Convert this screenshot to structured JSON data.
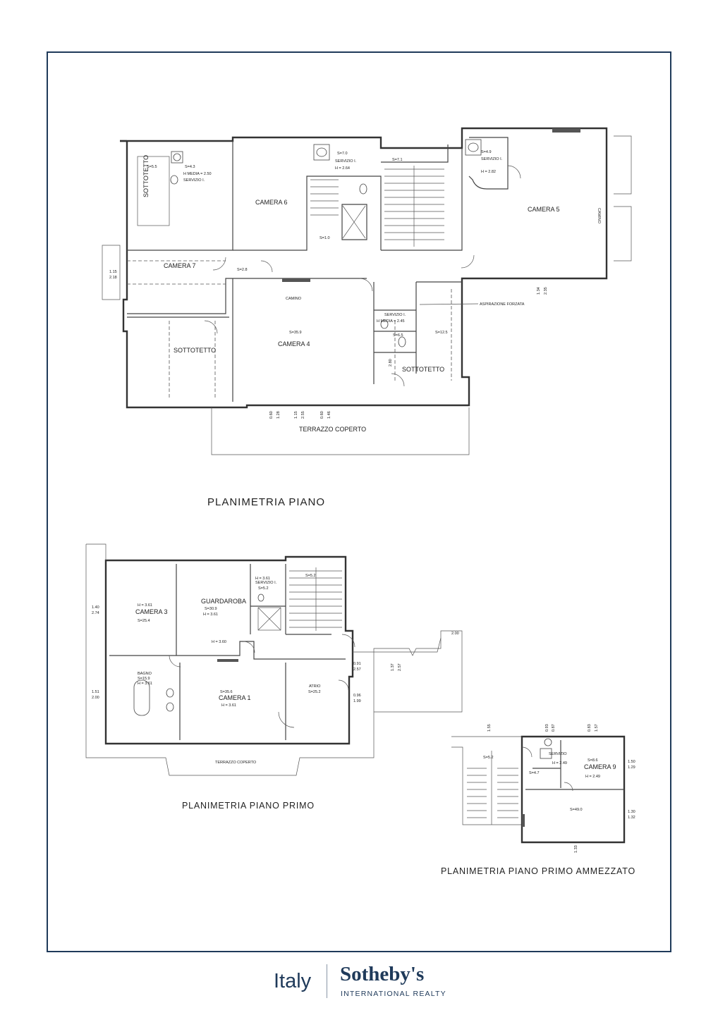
{
  "plan_piano": {
    "title": "PLANIMETRIA PIANO",
    "rooms": {
      "camera6": "CAMERA 6",
      "camera5": "CAMERA 5",
      "camera7": "CAMERA 7",
      "camera4": "CAMERA 4",
      "sottotetto_a": "SOTTOTETTO",
      "sottotetto_b": "SOTTOTETTO",
      "sottotetto_c": "SOTTOTETTO",
      "terrazzo": "TERRAZZO COPERTO",
      "camino_a": "CAMINO",
      "camino_b": "CAMINO"
    },
    "notes": {
      "s55": "S=5.5",
      "s43": "S=4.3",
      "hmedia250": "H MEDIA = 2.50",
      "servizio_a": "SERVIZIO I.",
      "s70": "S=7.0",
      "servizio_b": "SERVIZIO I.",
      "h264": "H = 2.64",
      "s71": "S=7.1",
      "s49": "S=4.9",
      "servizio_c": "SERVIZIO I.",
      "h282": "H = 2.82",
      "s28": "S=2.8",
      "s10": "S=1.0",
      "s359": "S=35.9",
      "servizio_d": "SERVIZIO I.",
      "hmedia245": "H MEDIA = 2.45",
      "s65": "S=6.5",
      "s125": "S=12.5",
      "aspirazione": "ASPIRAZIONE FORZATA"
    },
    "dims": {
      "d1": "1.15",
      "d2": "2.18",
      "d3": "1.34",
      "d4": "2.35",
      "d5": "0.60",
      "d6": "1.28",
      "d7": "1.15",
      "d8": "2.55",
      "d9": "0.60",
      "d10": "1.46",
      "d11": "2.80"
    }
  },
  "plan_primo": {
    "title": "PLANIMETRIA PIANO PRIMO",
    "rooms": {
      "camera3": "CAMERA 3",
      "guardaroba": "GUARDAROBA",
      "bagno": "BAGNO",
      "camera1": "CAMERA 1",
      "atrio": "ATRIO",
      "terrazzo": "TERRAZZO COPERTO",
      "servizio": "SERVIZIO I."
    },
    "notes": {
      "camera3_h": "H = 3.61",
      "camera3_s": "S=25.4",
      "guardaroba_s": "S=30.9",
      "guardaroba_h": "H = 3.61",
      "bagno_s": "S=15.9",
      "bagno_h": "H = 3.61",
      "camera1_s": "S=35.6",
      "camera1_h": "H = 3.61",
      "atrio_s": "S=25.2",
      "servizio_h": "H = 3.61",
      "servizio_s": "S=5.2",
      "scala_s": "S=5.2",
      "h360": "H = 3.60"
    },
    "dims": {
      "d1": "1.40",
      "d2": "2.74",
      "d3": "1.51",
      "d4": "2.00",
      "d5": "0.96",
      "d6": "1.99",
      "d7": "0.91",
      "d8": "2.57",
      "d9": "1.37",
      "d10": "2.57",
      "d11": "2.00"
    }
  },
  "plan_ammezzato": {
    "title": "PLANIMETRIA PIANO PRIMO AMMEZZATO",
    "rooms": {
      "camera9": "CAMERA 9",
      "servizio": "SERVIZIO"
    },
    "notes": {
      "s52": "S=5.2",
      "s47": "S=4.7",
      "s8": "S=8.6",
      "h249a": "H = 2.49",
      "h249b": "H = 2.49",
      "s49": "S=49.0"
    },
    "dims": {
      "d1": "1.50",
      "d2": "1.29",
      "d3": "1.30",
      "d4": "1.32",
      "d5": "0.93",
      "d6": "0.87",
      "d7": "0.83",
      "d8": "1.57",
      "d9": "1.55",
      "d10": "1.33"
    }
  },
  "brand": {
    "region": "Italy",
    "name": "Sotheby's",
    "subtitle": "INTERNATIONAL REALTY",
    "color": "#1f3a5a"
  }
}
